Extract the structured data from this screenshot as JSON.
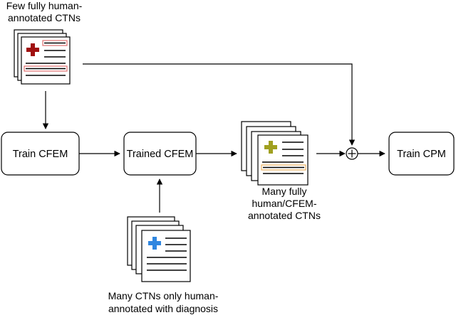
{
  "diagram": {
    "top_doc": {
      "caption_lines": [
        "Few fully human-",
        "annotated CTNs"
      ],
      "cross_color": "#a01010",
      "highlight_color": "#e07070"
    },
    "boxes": {
      "train_cfem": "Train CFEM",
      "trained_cfem": "Trained CFEM",
      "train_cpm": "Train CPM"
    },
    "middle_doc": {
      "caption_lines": [
        "Many fully",
        "human/CFEM-",
        "annotated CTNs"
      ],
      "cross_color": "#a0a020",
      "highlight_color": "#e8b060"
    },
    "bottom_doc": {
      "caption_lines": [
        "Many CTNs only human-",
        "annotated with diagnosis"
      ],
      "cross_color": "#2f86e0"
    },
    "combine_symbol": "+"
  }
}
